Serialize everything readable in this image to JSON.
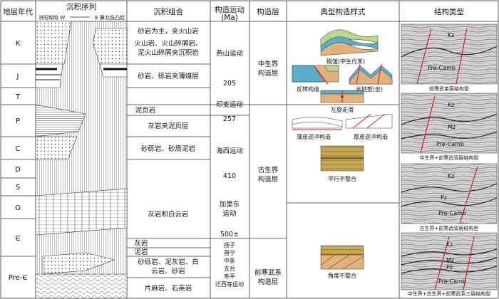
{
  "headers": {
    "period": "地层年代",
    "sequence": "沉积序列",
    "sequence_w": "济阳坳陷 W",
    "sequence_e": "E 冀北低凸起",
    "assemblage": "沉积组合",
    "tectonic": "构造运动",
    "tectonic_unit": "(Ma)",
    "layer": "构造层",
    "style": "典型构造样式",
    "structure": "结构类型"
  },
  "periods": [
    "K",
    "J",
    "T",
    "P",
    "C",
    "D",
    "S",
    "O",
    "Є",
    "Pre-Є"
  ],
  "assemblages": [
    "砂岩为主，夹火山岩",
    "火山岩、火山碎屑岩、",
    "泥火山碎屑夹沉积岩",
    "砂岩、砾岩夹薄煤层",
    "泥页岩",
    "灰岩夹泥页层",
    "砂砾岩、砂质泥岩",
    "灰岩和白云岩",
    "灰岩",
    "泥岩",
    "砂砾岩、泥灰岩、白",
    "云岩、砂岩",
    "片麻岩、石英岩"
  ],
  "tectonics": {
    "yanshan": "燕山运动",
    "m205": "205",
    "indosinian": "印支运动",
    "m257": "257",
    "hercynian": "海西运动",
    "m410": "410",
    "caledonian_1": "加里东",
    "caledonian_2": "运动",
    "m500": "500±",
    "precambrian": [
      "扬子",
      "晋宁",
      "中条",
      "五台",
      "阜平",
      "迁西等运动"
    ]
  },
  "layers": {
    "mesozoic_1": "中生界",
    "mesozoic_2": "构造层",
    "paleozoic_1": "古生界",
    "paleozoic_2": "构造层",
    "precambrian_1": "前寒武系",
    "precambrian_2": "构造层"
  },
  "styles": {
    "fold": "褶皱(中生代末)",
    "reverse_fault": "反转构造",
    "half_graben": "半地堑(垒)",
    "strike_slip": "左旋走滑",
    "thin_thrust": "薄皮逆冲构造",
    "thick_thrust": "厚皮逆冲构造",
    "parallel": "平行不整合",
    "angular": "角度不整合"
  },
  "structures": [
    {
      "labels": [
        "Kz",
        "Pre-Camb"
      ],
      "caption": "前寒武单层结构型"
    },
    {
      "labels": [
        "Kz",
        "Mz",
        "Pre-Camb"
      ],
      "caption": "中生界+前寒武双层结构型"
    },
    {
      "labels": [
        "Kz",
        "Pz",
        "Pre-Camb"
      ],
      "caption": "古生界+前寒武双层结构型"
    },
    {
      "labels": [
        "Kz",
        "Mz",
        "Pz",
        "Pre-Camb"
      ],
      "caption": "中生界+古生界+前寒武系三层结构型"
    }
  ],
  "colors": {
    "fold_top": "#b8d98a",
    "fold_mid": "#5aaec9",
    "fold_bottom": "#e3b27a",
    "fault": "#d42020",
    "seismic": "#7a7a7a"
  }
}
